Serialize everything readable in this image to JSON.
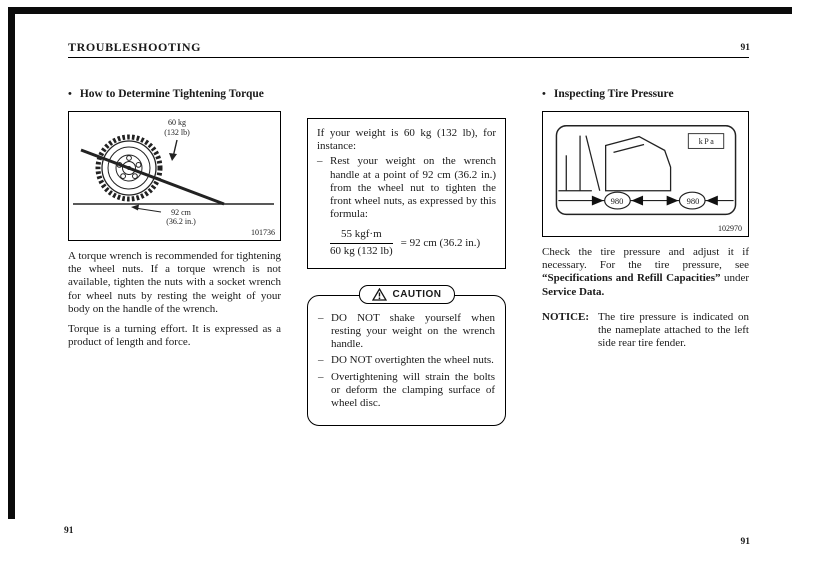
{
  "glyphs": {
    "bullet": "•",
    "dash": "–"
  },
  "header": {
    "title": "TROUBLESHOOTING",
    "page_number": "91"
  },
  "footer": {
    "page_number_left": "91",
    "page_number_right": "91"
  },
  "left_column": {
    "heading": "How to Determine Tightening Torque",
    "figure": {
      "weight_line1": "60 kg",
      "weight_line2": "(132 lb)",
      "distance_line1": "92 cm",
      "distance_line2": "(36.2 in.)",
      "figure_number": "101736"
    },
    "paragraph_1": "A torque wrench is recommended for tightening the wheel nuts.  If a torque wrench is not available, tighten the nuts with a socket wrench for wheel nuts by resting the weight of your body on the handle of the wrench.",
    "paragraph_2": "Torque is a turning effort.  It is expressed as a product of length and force."
  },
  "middle_column": {
    "instruction_box": {
      "intro": "If your weight is 60 kg (132 lb), for instance:",
      "item": "Rest your weight on the wrench handle at a point of 92 cm (36.2 in.) from the wheel nut to tighten the front wheel nuts, as expressed by this formula:",
      "formula_numerator": "55 kgf·m",
      "formula_denominator": "60 kg (132 lb)",
      "formula_result": "= 92 cm (36.2 in.)"
    },
    "caution_box": {
      "label": "CAUTION",
      "items": [
        "DO NOT shake yourself when resting your weight on the wrench handle.",
        "DO NOT overtighten the wheel nuts.",
        "Overtightening will strain the bolts or deform the clamping surface of wheel disc."
      ]
    }
  },
  "right_column": {
    "heading": "Inspecting Tire Pressure",
    "figure": {
      "unit_label": "kPa",
      "pressure_value_left": "980",
      "pressure_value_right": "980",
      "figure_number": "102970"
    },
    "paragraph": {
      "segment_1": "Check the tire pressure and adjust it if necessary.  For the tire pressure, see ",
      "segment_2_bold": "“Specifications and Refill Capacities”",
      "segment_3": " under ",
      "segment_4_bold": "Service Data."
    },
    "notice_label": "NOTICE:",
    "notice_text": "The tire pressure is indicated on the nameplate attached to the left side rear tire fender."
  }
}
